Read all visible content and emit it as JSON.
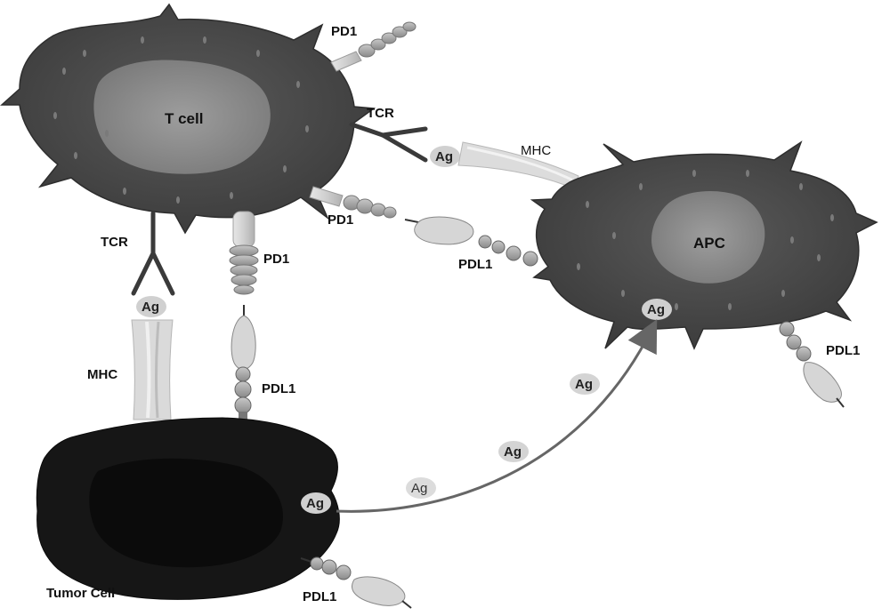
{
  "cells": {
    "t_cell": "T cell",
    "apc": "APC",
    "tumor": "Tumor Cell"
  },
  "labels": {
    "pd1_top": "PD1",
    "tcr_right": "TCR",
    "mhc_right": "MHC",
    "pd1_mid": "PD1",
    "pdl1_apc_mid": "PDL1",
    "tcr_left": "TCR",
    "pd1_left": "PD1",
    "mhc_left": "MHC",
    "pdl1_left": "PDL1",
    "pdl1_apc_bottom": "PDL1",
    "pdl1_tumor_bottom": "PDL1"
  },
  "antigens": {
    "ag_tcr_apc": "Ag",
    "ag_tcr_tumor": "Ag",
    "ag_apc": "Ag",
    "ag_tumor": "Ag",
    "ag_path_1": "Ag",
    "ag_path_2": "Ag",
    "ag_path_3": "Ag"
  },
  "colors": {
    "cell_body": "#4a4a4a",
    "cell_nucleus": "#8f8f8f",
    "tumor_body": "#161616",
    "receptor": "#c4c4c4",
    "arrow": "#666666"
  }
}
